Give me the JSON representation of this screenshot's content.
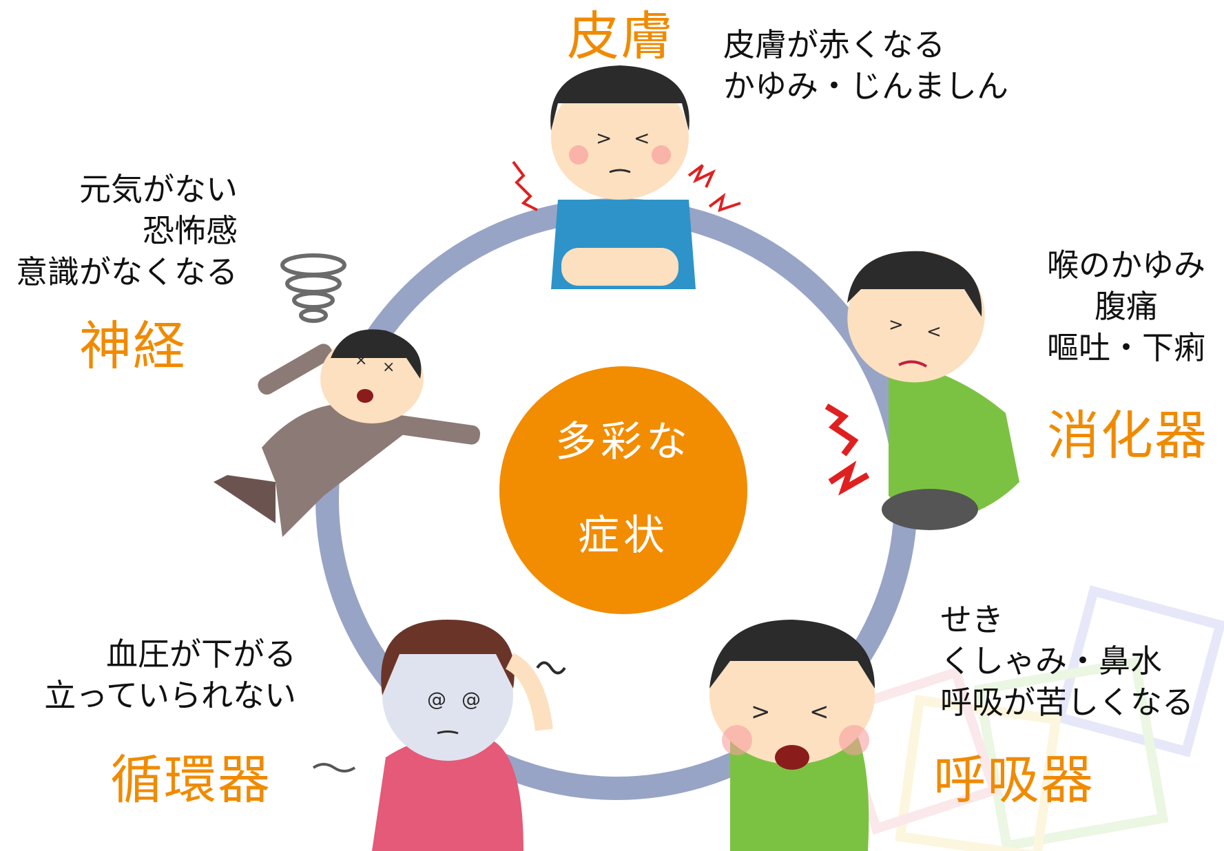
{
  "center": {
    "line1": "多彩な",
    "line2": "症状"
  },
  "categories": {
    "skin": {
      "title": "皮膚",
      "symptoms": [
        "皮膚が赤くなる",
        "かゆみ・じんましん"
      ]
    },
    "digestive": {
      "title": "消化器",
      "symptoms": [
        "喉のかゆみ",
        "腹痛",
        "嘔吐・下痢"
      ]
    },
    "respiratory": {
      "title": "呼吸器",
      "symptoms": [
        "せき",
        "くしゃみ・鼻水",
        "呼吸が苦しくなる"
      ]
    },
    "circulatory": {
      "title": "循環器",
      "symptoms": [
        "血圧が下がる",
        "立っていられない"
      ]
    },
    "nerve": {
      "title": "神経",
      "symptoms": [
        "元気がない",
        "恐怖感",
        "意識がなくなる"
      ]
    }
  },
  "colors": {
    "accent": "#f08a00",
    "ring": "#98a4c6",
    "center_fill": "#f28c00",
    "blue_shirt": "#2e93c9",
    "green_shirt": "#7cc242",
    "pink_shirt": "#e45a78",
    "brown_shirt": "#8c7a76",
    "hair": "#2b2b2b",
    "skin": "#fde0c0",
    "pain_mark": "#e02020"
  },
  "icons": [
    "itchy-boy",
    "stomachache-boy",
    "coughing-boy",
    "dizzy-woman",
    "fainted-boy"
  ]
}
